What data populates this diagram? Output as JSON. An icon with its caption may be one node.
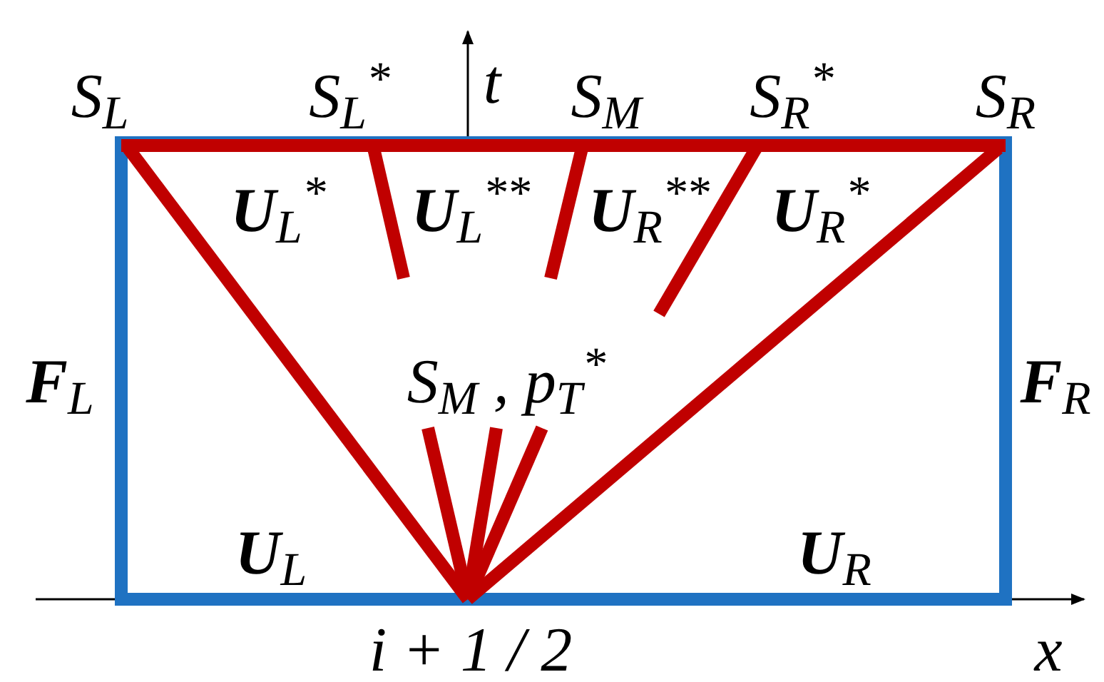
{
  "diagram": {
    "labels": [
      "S$_{L}$",
      "S$_{L}$$^{*}$",
      "t",
      "S$_{M}$",
      "S$_{R}$$^{*}$",
      "S$_{R}$",
      "**U**$_{L}$$^{*}$",
      "**U**$_{L}$$^{**}$",
      "**U**$_{R}$$^{**}$",
      "**U**$_{R}$$^{*}$",
      "**F**$_{L}$",
      "S$_{M}$ , p$_{T}$$^{*}$",
      "**F**$_{R}$",
      "**U**$_{L}$",
      "**U**$_{R}$",
      "i + 1 / 2",
      "x"
    ]
  }
}
